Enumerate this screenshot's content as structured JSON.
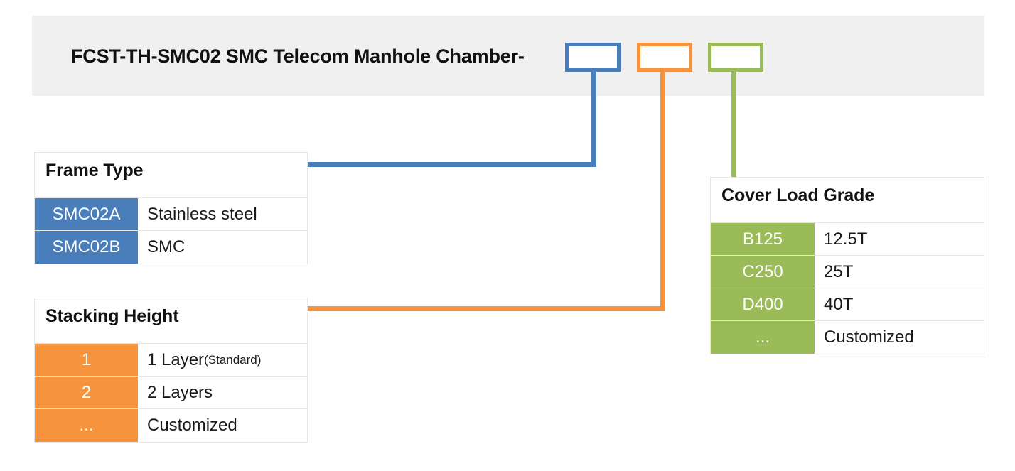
{
  "header": {
    "title": "FCST-TH-SMC02 SMC Telecom Manhole Chamber-",
    "band_color": "#f0f0f0",
    "code_boxes": [
      {
        "name": "frame-type-code-box",
        "value": "",
        "color": "#4a7ebb"
      },
      {
        "name": "stacking-height-code-box",
        "value": "",
        "color": "#f5943c"
      },
      {
        "name": "cover-load-grade-code-box",
        "value": "",
        "color": "#9bbb59"
      }
    ]
  },
  "tables": [
    {
      "id": "frame-type",
      "title": "Frame Type",
      "accent": "#4a7ebb",
      "rows": [
        {
          "code": "SMC02A",
          "desc": "Stainless steel",
          "note": ""
        },
        {
          "code": "SMC02B",
          "desc": "SMC",
          "note": ""
        }
      ]
    },
    {
      "id": "stacking-height",
      "title": "Stacking Height",
      "accent": "#f5943c",
      "rows": [
        {
          "code": "1",
          "desc": "1 Layer",
          "note": "(Standard)"
        },
        {
          "code": "2",
          "desc": "2 Layers",
          "note": ""
        },
        {
          "code": "...",
          "desc": "Customized",
          "note": ""
        }
      ]
    },
    {
      "id": "cover-load-grade",
      "title": "Cover Load Grade",
      "accent": "#9bbb59",
      "rows": [
        {
          "code": "B125",
          "desc": "12.5T",
          "note": ""
        },
        {
          "code": "C250",
          "desc": "25T",
          "note": ""
        },
        {
          "code": "D400",
          "desc": "40T",
          "note": ""
        },
        {
          "code": "...",
          "desc": "Customized",
          "note": ""
        }
      ]
    }
  ],
  "connectors": [
    {
      "name": "blue-connector",
      "from": "frame-type-code-box",
      "to": "frame-type-table",
      "color": "#4a7ebb"
    },
    {
      "name": "orange-connector",
      "from": "stacking-height-code-box",
      "to": "stacking-height-table",
      "color": "#f5943c"
    },
    {
      "name": "green-connector",
      "from": "cover-load-grade-code-box",
      "to": "cover-load-grade-table",
      "color": "#9bbb59"
    }
  ]
}
